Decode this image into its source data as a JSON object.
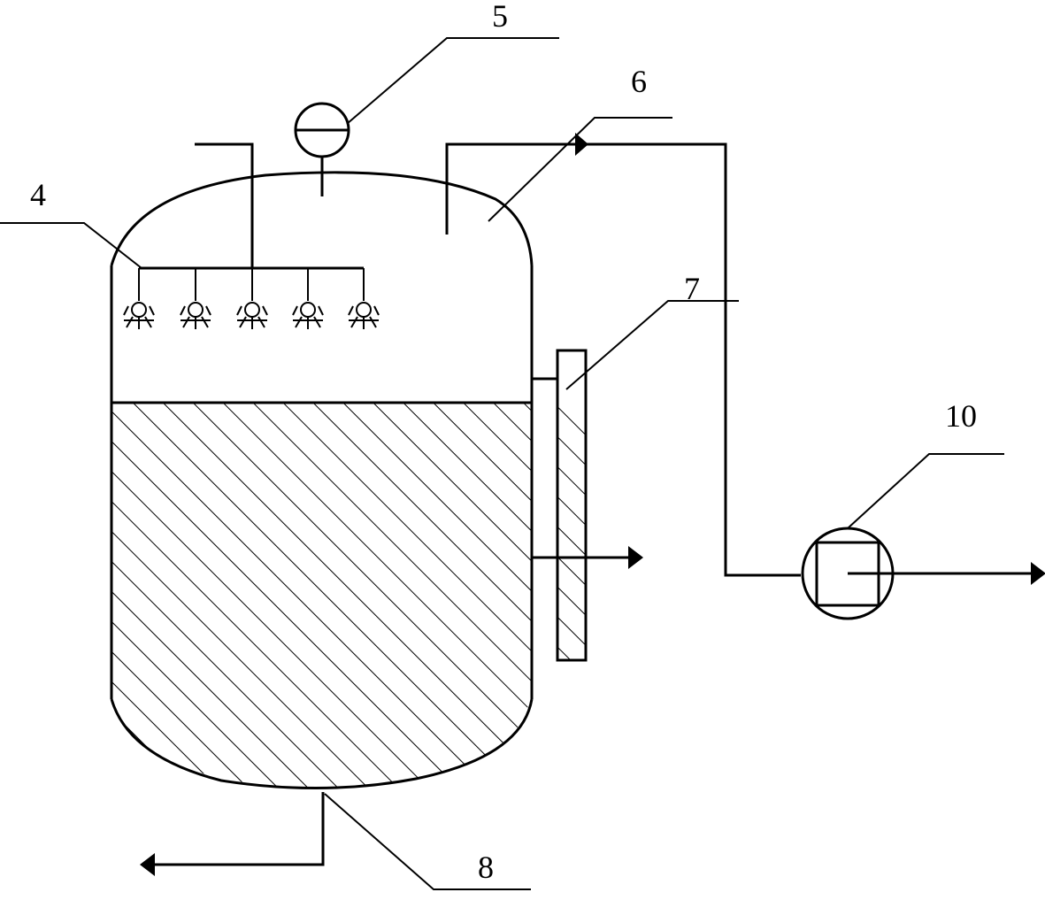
{
  "labels": {
    "l4": "4",
    "l5": "5",
    "l6": "6",
    "l7": "7",
    "l8": "8",
    "l10": "10"
  },
  "icons": {
    "nozzle": "spray-nozzle-icon",
    "gauge": "pressure-gauge-icon",
    "pump": "pump-icon"
  }
}
